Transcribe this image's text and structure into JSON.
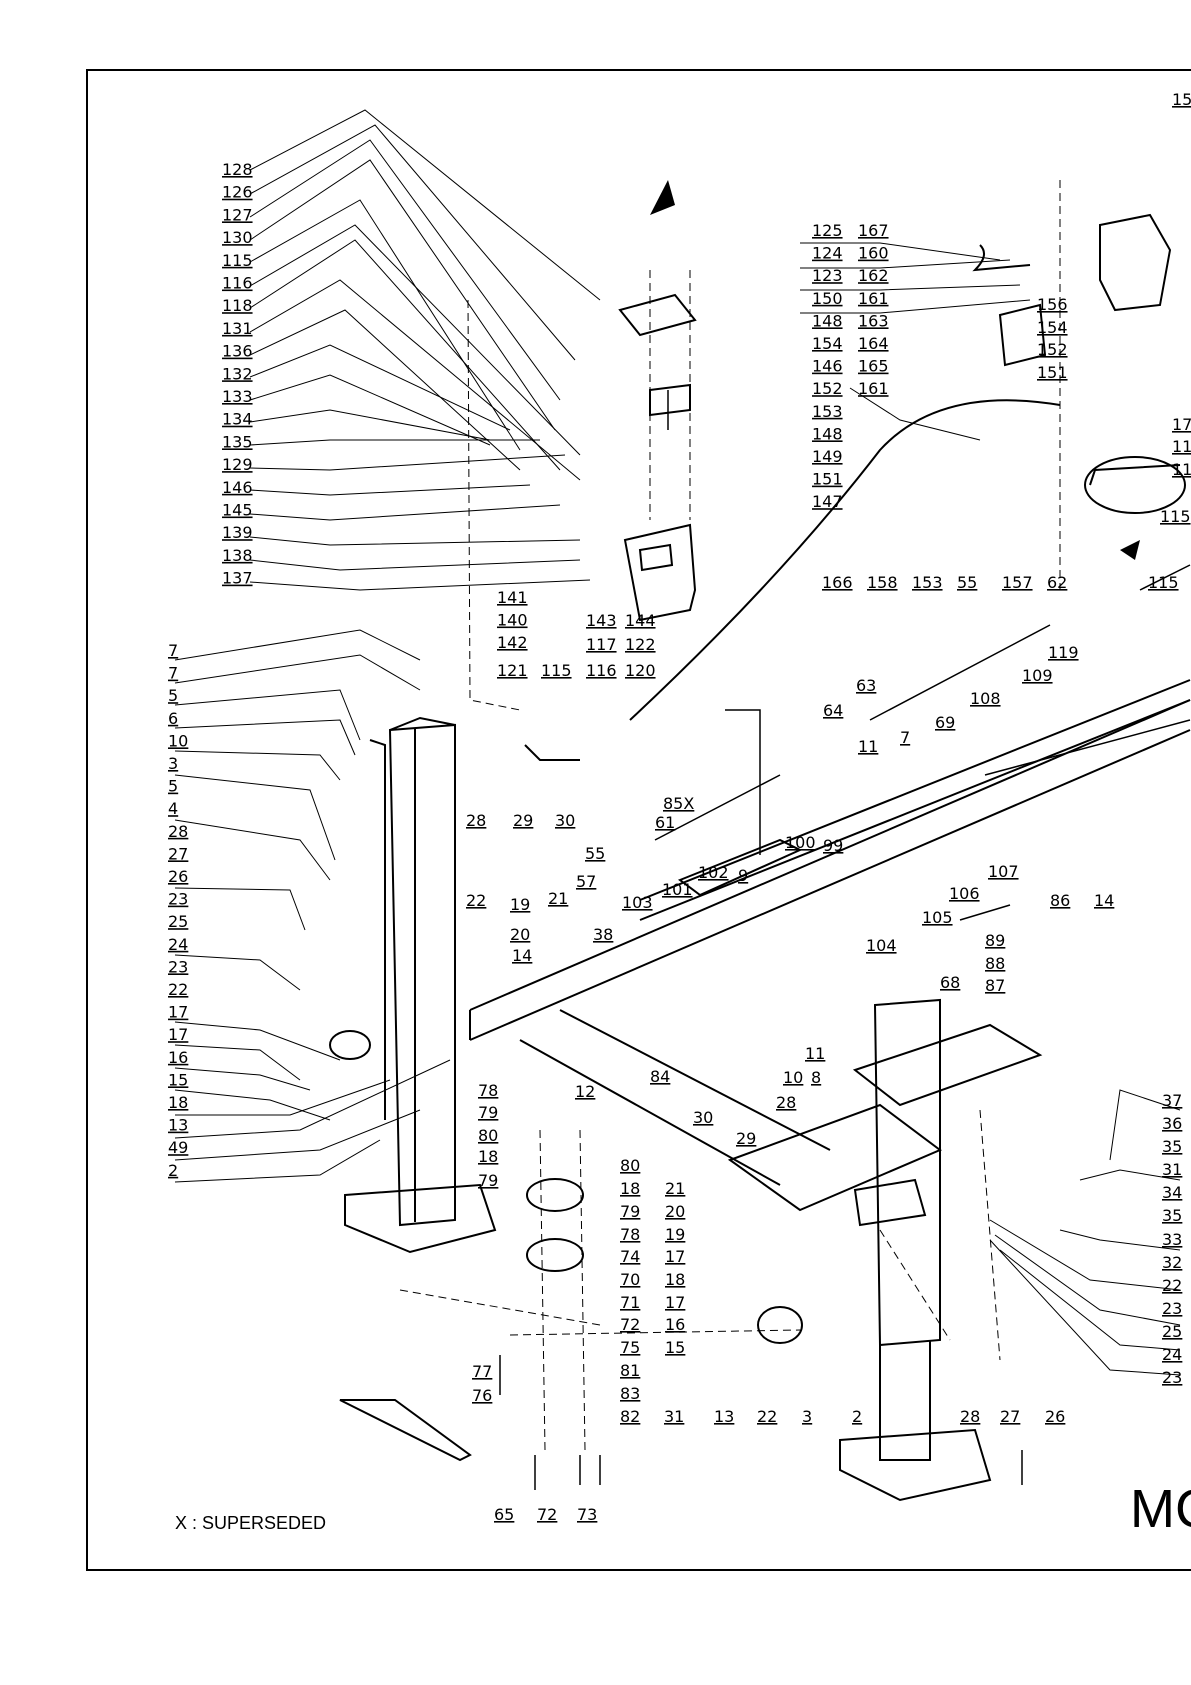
{
  "footnote": "X : SUPERSEDED",
  "model_text": "MC",
  "callouts": {
    "top_left_list": [
      "128",
      "126",
      "127",
      "130",
      "115",
      "116",
      "118",
      "131",
      "136",
      "132",
      "133",
      "134",
      "135",
      "129",
      "146",
      "145",
      "139",
      "138",
      "137"
    ],
    "valve_block_left": [
      "141",
      "140",
      "142"
    ],
    "valve_block_bottom": [
      "143",
      "144",
      "117",
      "122"
    ],
    "top_center_list": [
      "125",
      "124",
      "123",
      "150",
      "148",
      "154",
      "146",
      "152",
      "153",
      "148",
      "149",
      "151",
      "147"
    ],
    "top_right_list": [
      "167",
      "160",
      "162",
      "161",
      "163",
      "164",
      "165",
      "161"
    ],
    "motor_list": [
      "156",
      "154",
      "152",
      "151"
    ],
    "hose_row": [
      "166",
      "158",
      "153",
      "55",
      "157",
      "62"
    ],
    "hose_row_right": [
      "115"
    ],
    "right_edge_partial": [
      "15",
      "17",
      "11",
      "11",
      "115"
    ],
    "left_column_list": [
      "7",
      "7",
      "5",
      "6",
      "10",
      "3",
      "5",
      "4",
      "28",
      "27",
      "26",
      "23",
      "25",
      "24",
      "23",
      "22",
      "17",
      "17",
      "16",
      "15",
      "18",
      "13",
      "49",
      "2"
    ],
    "hose_lower": [
      "121",
      "115",
      "116",
      "120"
    ],
    "right_top_labels": [
      "119",
      "63",
      "64",
      "108",
      "109",
      "69",
      "7",
      "11",
      "85X"
    ],
    "center_labels": [
      "28",
      "29",
      "30",
      "55",
      "57",
      "61",
      "22",
      "19",
      "21",
      "20",
      "14",
      "38",
      "103",
      "101",
      "102",
      "9",
      "100",
      "99"
    ],
    "right_center_labels": [
      "107",
      "106",
      "105",
      "104",
      "89",
      "88",
      "87",
      "86",
      "14",
      "68"
    ],
    "beam_labels": [
      "84",
      "30",
      "29",
      "28",
      "11",
      "10",
      "8",
      "12"
    ],
    "pulley_column_labels": [
      "78",
      "79",
      "80",
      "18",
      "79",
      "80",
      "18",
      "79",
      "78",
      "74",
      "70",
      "71",
      "72",
      "75",
      "77",
      "76",
      "81",
      "83",
      "82"
    ],
    "pulley_right_labels": [
      "21",
      "20",
      "19",
      "17",
      "18",
      "17",
      "16",
      "15"
    ],
    "bottom_row": [
      "65",
      "72",
      "73",
      "31",
      "13",
      "22",
      "3",
      "2",
      "28",
      "27",
      "26"
    ],
    "right_column_labels": [
      "37",
      "36",
      "35",
      "31",
      "34",
      "35",
      "33",
      "32",
      "22",
      "23",
      "25",
      "24",
      "23"
    ]
  }
}
